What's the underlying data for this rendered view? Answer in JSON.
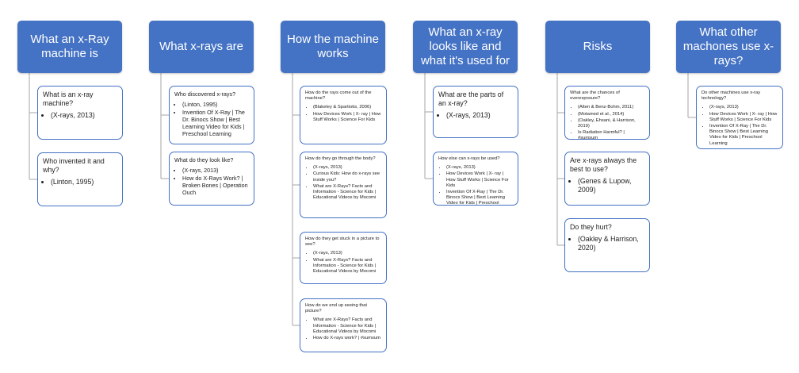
{
  "colors": {
    "header_fill": "#4472C4",
    "header_text": "#FFFFFF",
    "box_border": "#4472C4",
    "connector": "#A6A6A6"
  },
  "columns": [
    {
      "title": "What an x-Ray machine is",
      "children": [
        {
          "question": "What is an x-ray machine?",
          "items": [
            "(X-rays, 2013)"
          ]
        },
        {
          "question": "Who invented it and why?",
          "items": [
            "(Linton, 1995)"
          ]
        }
      ]
    },
    {
      "title": "What x-rays are",
      "children": [
        {
          "question": "Who discovered x-rays?",
          "items": [
            "(Linton, 1995)",
            "Invention Of X-Ray | The Dr. Binocs Show | Best Learning Video for Kids | Preschool Learning"
          ]
        },
        {
          "question": "What do they look like?",
          "items": [
            "(X-rays, 2013)",
            "How do X-Rays Work? | Broken Bones | Operation Ouch"
          ]
        }
      ]
    },
    {
      "title": "How the machine works",
      "children": [
        {
          "question": "How do the rays come out of the machine?",
          "items": [
            "(Blakeley & Spartiotis, 2006)",
            "How Devices Work | X- ray | How Stuff Works | Science For Kids"
          ]
        },
        {
          "question": "How do they go through the body?",
          "items": [
            "(X-rays, 2013)",
            "Curious Kids: How do x-rays see inside you?",
            "What are X-Rays? Facts and Information - Science for Kids | Educational Videos by Mocomi"
          ]
        },
        {
          "question": "How do they get stuck in a picture to see?",
          "items": [
            "(X-rays, 2013)",
            "What are X-Rays? Facts and Information - Science for Kids | Educational Videos by Mocomi"
          ]
        },
        {
          "question": "How do we end up seeing that picture?",
          "items": [
            "What are X-Rays? Facts and Information - Science for Kids | Educational Videos by Mocomi",
            "How do X-rays work? | #sumsum"
          ]
        }
      ]
    },
    {
      "title": "What an x-ray looks like and what it's used for",
      "children": [
        {
          "question": "What are the parts of an x-ray?",
          "items": [
            "(X-rays, 2013)"
          ]
        },
        {
          "question": "How else can x-rays be used?",
          "items": [
            "(X-rays, 2013)",
            "How Devices Work | X- ray | How Stuff Works | Science For Kids",
            "Invention Of X-Ray | The Dr. Binocs Show | Best Learning Video for Kids | Preschool Learning"
          ]
        }
      ]
    },
    {
      "title": "Risks",
      "children": [
        {
          "question": "What are the chances of overexposure?",
          "items": [
            "(Alten & Benz-Bohm, 2011)",
            "(Motamed et al., 2014)",
            "(Oakley, Ehsani, & Harrison, 2019)",
            "Is Radiation Harmful? | #sumsum"
          ]
        },
        {
          "question": "Are x-rays always the best to use?",
          "items": [
            "(Genes & Lupow, 2009)"
          ]
        },
        {
          "question": "Do they hurt?",
          "items": [
            "(Oakley & Harrison, 2020)"
          ]
        }
      ]
    },
    {
      "title": "What other machones use x-rays?",
      "children": [
        {
          "question": "Do other machines use x-ray technology?",
          "items": [
            "(X-rays, 2013)",
            "How Devices Work | X- ray | How Stuff Works | Science For Kids",
            "Invention Of X-Ray | The Dr. Binocs Show | Best Learning Video for Kids | Preschool Learning"
          ]
        }
      ]
    }
  ]
}
